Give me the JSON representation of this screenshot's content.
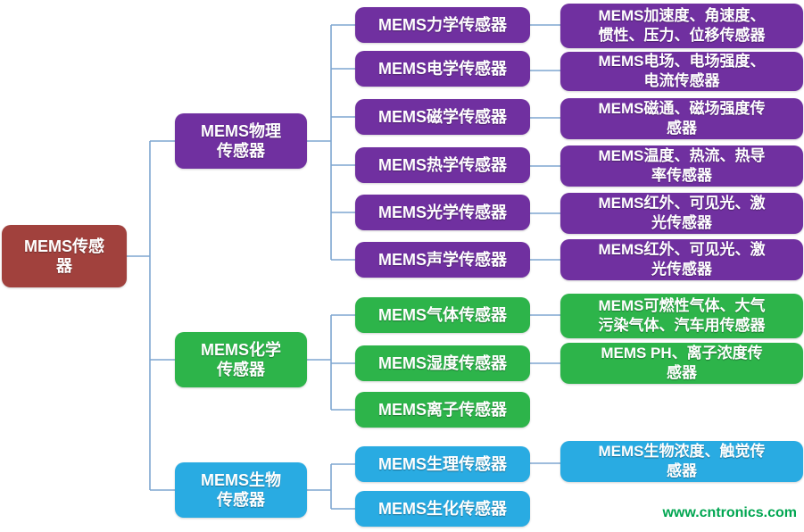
{
  "root": {
    "label": "MEMS传感\n器"
  },
  "branches": {
    "physical": {
      "label": "MEMS物理\n传感器",
      "children": [
        {
          "label": "MEMS力学传感器",
          "detail": "MEMS加速度、角速度、\n惯性、压力、位移传感器"
        },
        {
          "label": "MEMS电学传感器",
          "detail": "MEMS电场、电场强度、\n电流传感器"
        },
        {
          "label": "MEMS磁学传感器",
          "detail": "MEMS磁通、磁场强度传\n感器"
        },
        {
          "label": "MEMS热学传感器",
          "detail": "MEMS温度、热流、热导\n率传感器"
        },
        {
          "label": "MEMS光学传感器",
          "detail": "MEMS红外、可见光、激\n光传感器"
        },
        {
          "label": "MEMS声学传感器",
          "detail": "MEMS红外、可见光、激\n光传感器"
        }
      ]
    },
    "chemical": {
      "label": "MEMS化学\n传感器",
      "children": [
        {
          "label": "MEMS气体传感器",
          "detail": "MEMS可燃性气体、大气\n污染气体、汽车用传感器"
        },
        {
          "label": "MEMS湿度传感器",
          "detail": "MEMS PH、离子浓度传\n感器"
        },
        {
          "label": "MEMS离子传感器",
          "detail": ""
        }
      ]
    },
    "biological": {
      "label": "MEMS生物\n传感器",
      "children": [
        {
          "label": "MEMS生理传感器",
          "detail": "MEMS生物浓度、触觉传\n感器"
        },
        {
          "label": "MEMS生化传感器",
          "detail": ""
        }
      ]
    }
  },
  "colors": {
    "root": "#A1413D",
    "physical": "#7030A0",
    "chemical": "#2DB44A",
    "biological": "#29ABE2",
    "connector": "#7EA6D0",
    "watermark": "#00A651"
  },
  "watermark": "www.cntronics.com"
}
